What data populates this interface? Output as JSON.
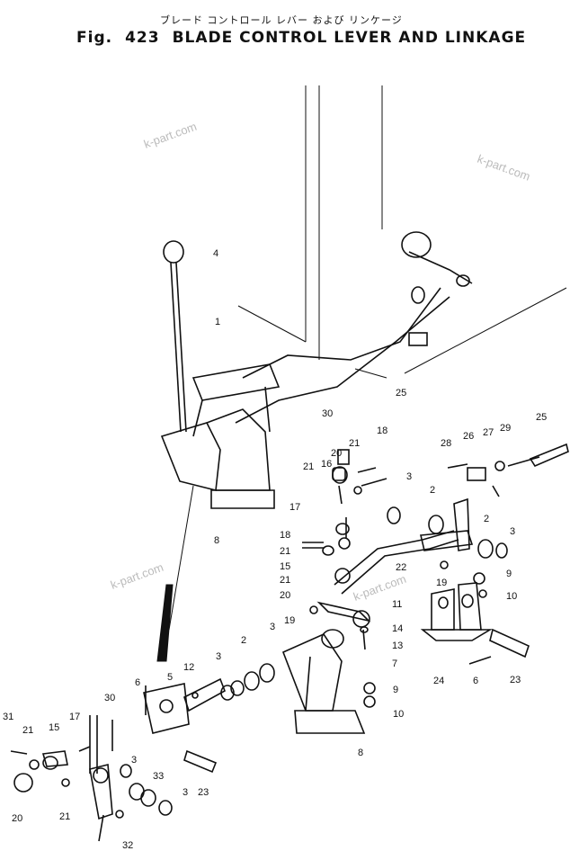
{
  "header": {
    "japanese_title": "ブレード コントロール レバー および リンケージ",
    "figure_label": "Fig.",
    "figure_number": "423",
    "title": "BLADE CONTROL LEVER AND LINKAGE"
  },
  "watermarks": [
    "k-part.com",
    "k-part.com",
    "k-part.com",
    "k-part.com"
  ],
  "callouts": [
    "4",
    "1",
    "25",
    "30",
    "18",
    "20",
    "16",
    "21",
    "21",
    "28",
    "26",
    "27",
    "29",
    "25",
    "3",
    "2",
    "2",
    "3",
    "8",
    "17",
    "18",
    "21",
    "15",
    "21",
    "22",
    "19",
    "9",
    "10",
    "20",
    "11",
    "14",
    "13",
    "7",
    "19",
    "3",
    "3",
    "2",
    "12",
    "5",
    "6",
    "30",
    "31",
    "21",
    "15",
    "17",
    "3",
    "33",
    "3",
    "20",
    "21",
    "23",
    "32",
    "8",
    "9",
    "10",
    "24",
    "6",
    "23"
  ]
}
